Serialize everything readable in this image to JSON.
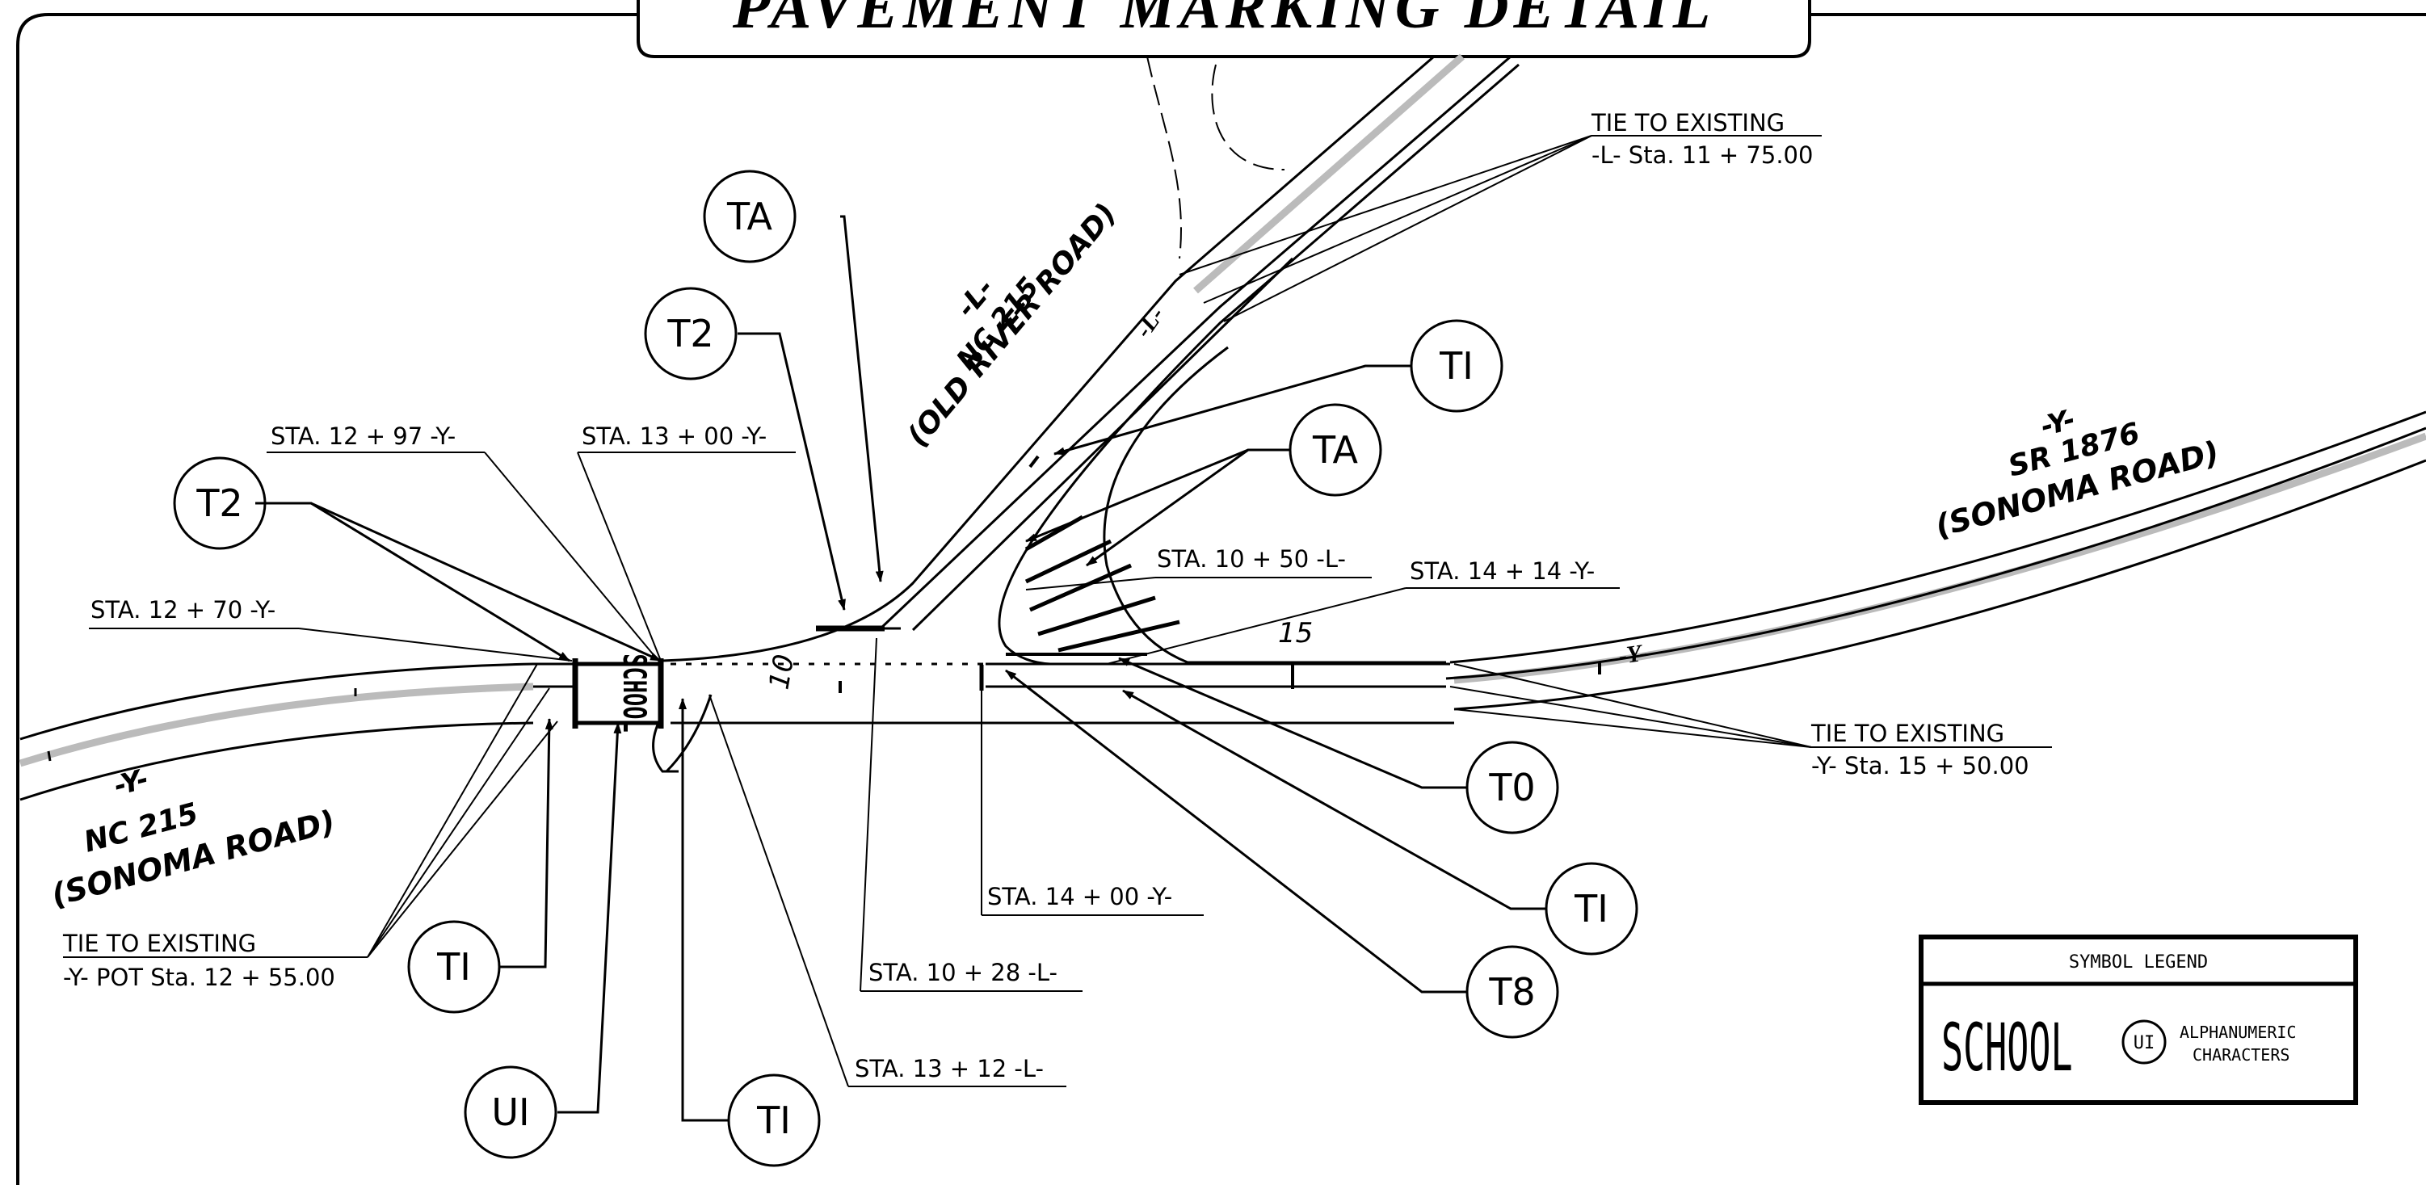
{
  "title": "PAVEMENT MARKING DETAIL",
  "roads": {
    "l_road": {
      "designator": "-L-",
      "route": "NC 215",
      "name": "(OLD RIVER ROAD)",
      "tag": "-L-"
    },
    "y_right": {
      "designator": "-Y-",
      "route": "SR 1876",
      "name": "(SONOMA ROAD)",
      "tag": "-Y-"
    },
    "y_left": {
      "designator": "-Y-",
      "route": "NC 215",
      "name": "(SONOMA ROAD)"
    }
  },
  "callouts": {
    "ta_top": "TA",
    "t2_top": "T2",
    "t1_top": "TI",
    "ta_right": "TA",
    "t2_left": "T2",
    "t0": "T0",
    "t1_right": "TI",
    "t8": "T8",
    "t1_left": "TI",
    "u1": "UI",
    "t1_bottom": "TI"
  },
  "stations": {
    "s1297": "STA. 12 + 97  -Y-",
    "s1300": "STA. 13 + 00  -Y-",
    "s1270": "STA. 12 + 70  -Y-",
    "s1050": "STA. 10 + 50  -L-",
    "s1414": "STA. 14 + 14  -Y-",
    "s1400": "STA. 14 + 00  -Y-",
    "s1028": "STA. 10 + 28  -L-",
    "s1312": "STA. 13 + 12  -L-"
  },
  "ties": {
    "tie_top": {
      "title": "TIE  TO  EXISTING",
      "sub": "-L-  Sta.  11 + 75.00"
    },
    "tie_right": {
      "title": "TIE  TO  EXISTING",
      "sub": "-Y-  Sta.  15 + 50.00"
    },
    "tie_left": {
      "title": "TIE  TO  EXISTING",
      "sub": "-Y-  POT  Sta.  12 + 55.00"
    }
  },
  "dimensions": {
    "d15": "15",
    "d10": "10"
  },
  "pavement_word": "SCHOOL",
  "legend": {
    "title": "SYMBOL LEGEND",
    "word": "SCHOOL",
    "symbol": "UI",
    "desc1": "ALPHANUMERIC",
    "desc2": "CHARACTERS"
  }
}
